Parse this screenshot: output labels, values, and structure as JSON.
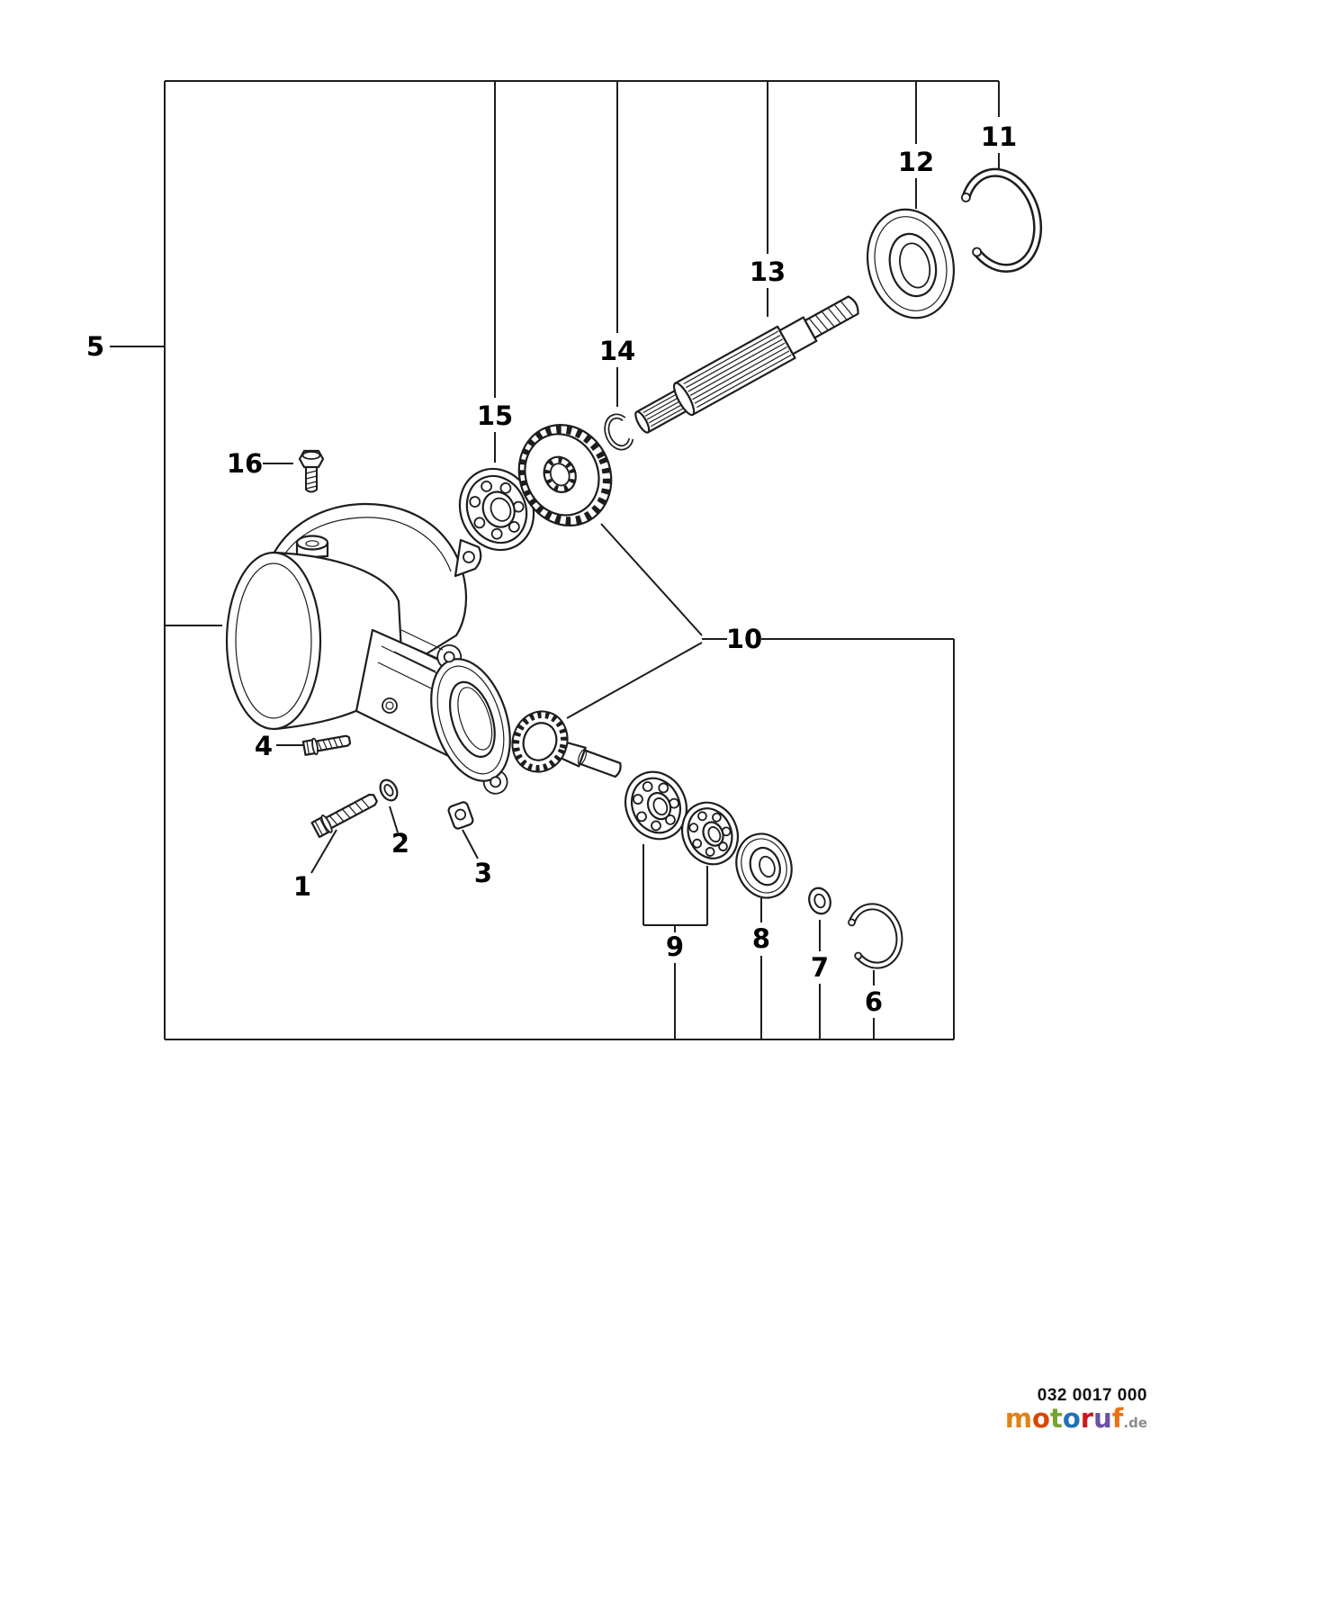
{
  "page": {
    "background_color": "#ffffff",
    "line_color": "#1d1d1d"
  },
  "diagram": {
    "kind": "exploded-parts-view",
    "subject": "gear-case-assembly",
    "callouts": [
      {
        "part": "1",
        "target": "hex-bolt"
      },
      {
        "part": "2",
        "target": "washer"
      },
      {
        "part": "3",
        "target": "clip-plate"
      },
      {
        "part": "4",
        "target": "flange-bolt"
      },
      {
        "part": "5",
        "target": "gear-case-housing"
      },
      {
        "part": "6",
        "target": "snap-ring"
      },
      {
        "part": "7",
        "target": "lock-washer"
      },
      {
        "part": "8",
        "target": "sealed-bearing"
      },
      {
        "part": "9",
        "target": "ball-bearing-pair"
      },
      {
        "part": "10",
        "target": "bevel-gear-set"
      },
      {
        "part": "11",
        "target": "snap-ring"
      },
      {
        "part": "12",
        "target": "ball-bearing"
      },
      {
        "part": "13",
        "target": "splined-shaft"
      },
      {
        "part": "14",
        "target": "retaining-ring"
      },
      {
        "part": "15",
        "target": "ball-bearing"
      },
      {
        "part": "16",
        "target": "hex-plug-bolt"
      }
    ]
  },
  "footer": {
    "document_number": "032 0017 000",
    "logo": {
      "letters": [
        {
          "char": "m",
          "color": "#e08214"
        },
        {
          "char": "o",
          "color": "#d94801"
        },
        {
          "char": "t",
          "color": "#78a22f"
        },
        {
          "char": "o",
          "color": "#2171b5"
        },
        {
          "char": "r",
          "color": "#cb181d"
        },
        {
          "char": "u",
          "color": "#6a51a3"
        },
        {
          "char": "f",
          "color": "#ec7014"
        }
      ],
      "suffix": ".de",
      "suffix_color": "#8c8c8c"
    }
  }
}
